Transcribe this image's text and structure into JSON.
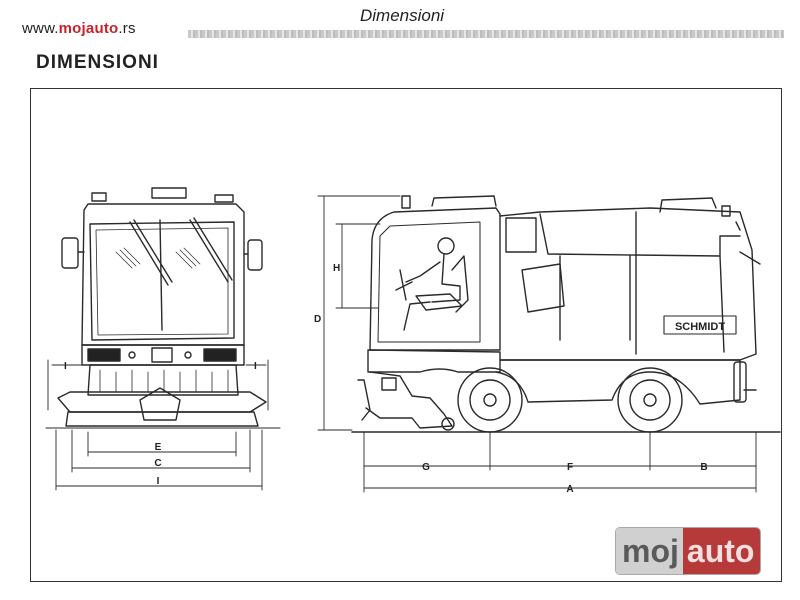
{
  "header": {
    "site_prefix": "www.",
    "site_brand": "mojauto",
    "site_suffix": ".rs",
    "title": "Dimensioni"
  },
  "section_title": "DIMENSIONI",
  "vehicle_brand": "SCHMIDT",
  "dimension_labels": {
    "A": "A",
    "B": "B",
    "C": "C",
    "D": "D",
    "E": "E",
    "F": "F",
    "G": "G",
    "H": "H",
    "I": "I"
  },
  "watermark": {
    "part1": "moj",
    "part2": "auto"
  },
  "colors": {
    "brand_red": "#c8232c",
    "line": "#333333"
  }
}
